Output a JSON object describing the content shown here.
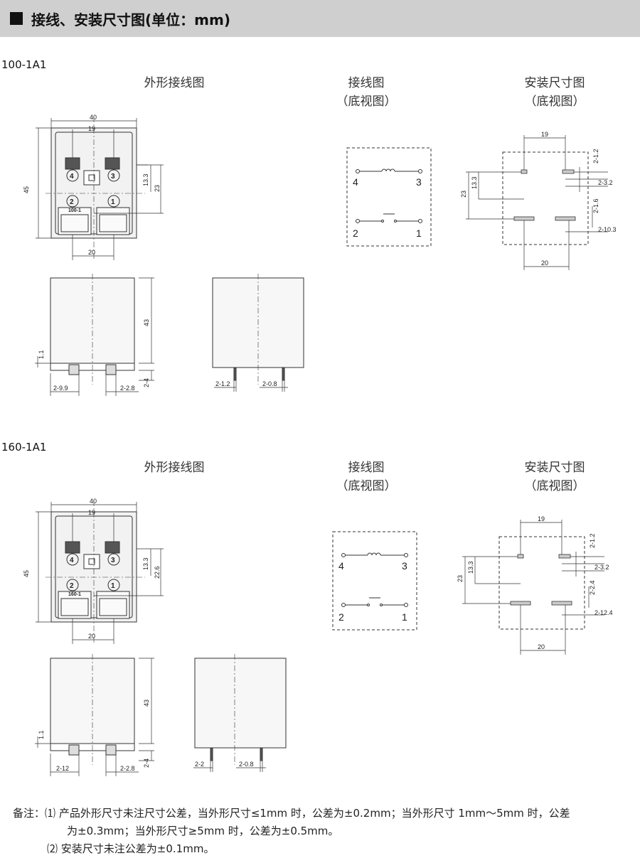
{
  "header": {
    "title": "接线、安装尺寸图(单位：mm)"
  },
  "captions": {
    "outline": "外形接线图",
    "wiring": "接线图",
    "mount": "安装尺寸图",
    "bottom_view": "（底视图）"
  },
  "sections": [
    {
      "model": "100-1A1",
      "top": {
        "w": "40",
        "pin_span": "19",
        "h": "45",
        "d1": "13.3",
        "d2": "23",
        "bottom_span": "20",
        "mark": "100-1",
        "t1": "4",
        "t2": "3",
        "t3": "2",
        "t4": "1"
      },
      "side": {
        "h": "43",
        "base": "1.1",
        "pin": "2-4",
        "w1": "2-9.9",
        "w2": "2-2.8",
        "w3": "2-1.2",
        "w4": "2-0.8"
      },
      "wiring": {
        "p4": "4",
        "p3": "3",
        "p2": "2",
        "p1": "1"
      },
      "mount": {
        "span_top": "19",
        "span_bottom": "20",
        "h1": "23",
        "h2": "13.3",
        "d1": "2-1.2",
        "d2": "2-3.2",
        "d3": "2-1.6",
        "d4": "2-10.3"
      }
    },
    {
      "model": "160-1A1",
      "top": {
        "w": "40",
        "pin_span": "19",
        "h": "45",
        "d1": "13.3",
        "d2": "22.6",
        "bottom_span": "20",
        "mark": "160-1",
        "t1": "4",
        "t2": "3",
        "t3": "2",
        "t4": "1"
      },
      "side": {
        "h": "43",
        "base": "1.1",
        "pin": "2-4",
        "w1": "2-12",
        "w2": "2-2.8",
        "w3": "2-2",
        "w4": "2-0.8"
      },
      "wiring": {
        "p4": "4",
        "p3": "3",
        "p2": "2",
        "p1": "1"
      },
      "mount": {
        "span_top": "19",
        "span_bottom": "20",
        "h1": "23",
        "h2": "13.3",
        "d1": "2-1.2",
        "d2": "2-3.2",
        "d3": "2-2.4",
        "d4": "2-12.4"
      }
    }
  ],
  "notes": {
    "label": "备注：",
    "n1_num": "⑴",
    "n1_line1": "产品外形尺寸未注尺寸公差，当外形尺寸≤1mm 时，公差为±0.2mm；当外形尺寸 1mm～5mm 时，公差",
    "n1_line2": "为±0.3mm；当外形尺寸≥5mm 时，公差为±0.5mm。",
    "n2_num": "⑵",
    "n2_line": "安装尺寸未注公差为±0.1mm。"
  }
}
